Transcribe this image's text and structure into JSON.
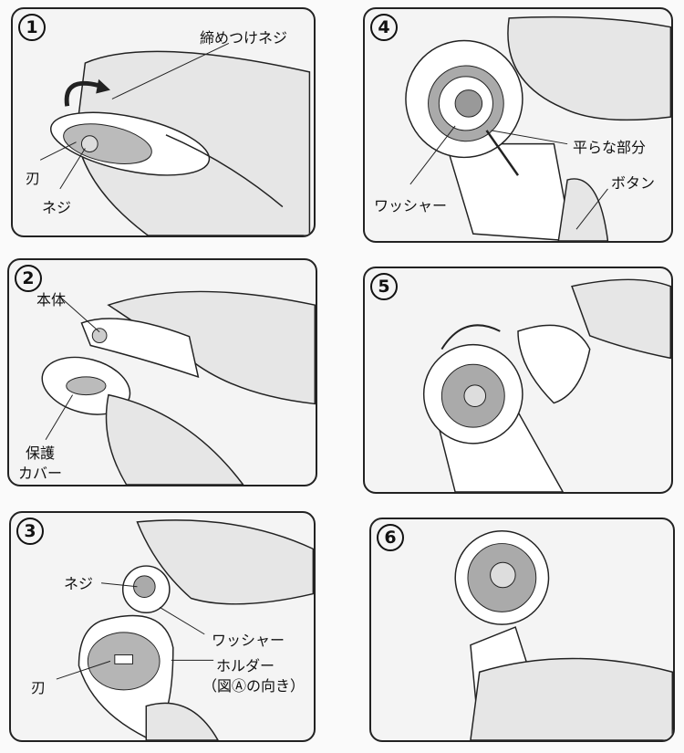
{
  "steps": [
    {
      "number": "1",
      "labels": {
        "tightening_screw": "締めつけネジ",
        "blade": "刃",
        "screw": "ネジ"
      }
    },
    {
      "number": "2",
      "labels": {
        "body": "本体",
        "cover_line1": "保護",
        "cover_line2": "カバー"
      }
    },
    {
      "number": "3",
      "labels": {
        "screw": "ネジ",
        "washer": "ワッシャー",
        "holder": "ホルダー",
        "holder_note": "（図Ⓐの向き）",
        "blade": "刃"
      }
    },
    {
      "number": "4",
      "labels": {
        "flat_part": "平らな部分",
        "washer": "ワッシャー",
        "button": "ボタン"
      }
    },
    {
      "number": "5",
      "labels": {}
    },
    {
      "number": "6",
      "labels": {}
    }
  ],
  "colors": {
    "outline": "#222222",
    "hand": "#e6e6e6",
    "blade": "#bdbdbd",
    "background": "#f4f4f4"
  }
}
